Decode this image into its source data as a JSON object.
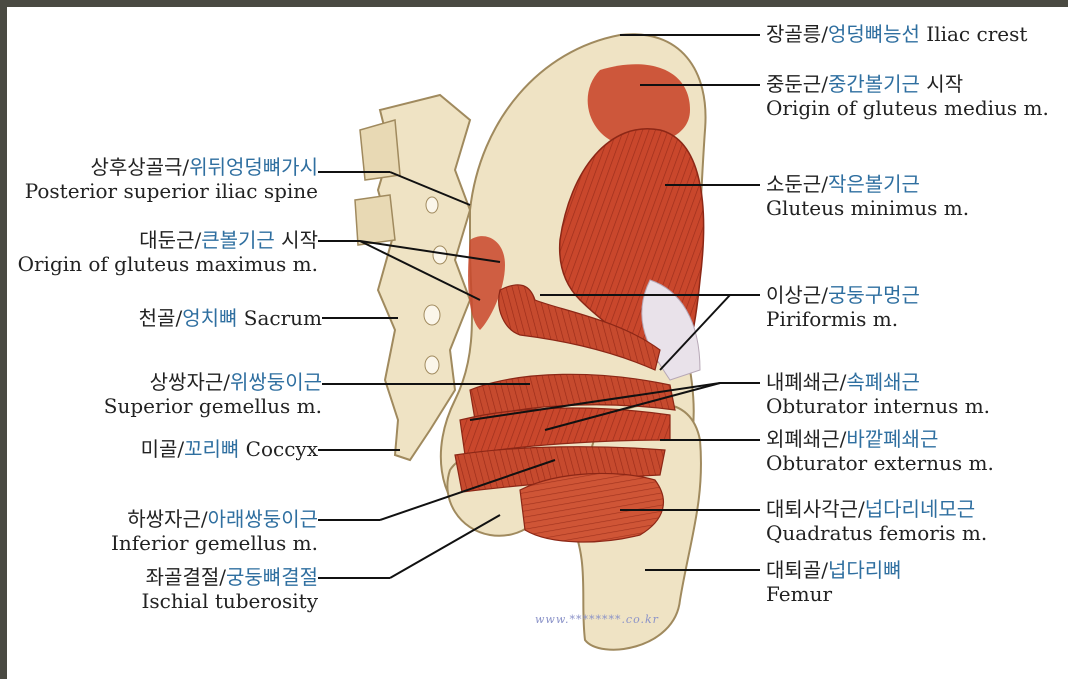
{
  "labels_left": [
    {
      "ko_black": "상후상골극/",
      "ko_blue": "위뒤엉덩뼈가시",
      "ko_tail": "",
      "en": "Posterior superior iliac spine"
    },
    {
      "ko_black": "대둔근/",
      "ko_blue": "큰볼기근",
      "ko_tail": " 시작",
      "en": "Origin of gluteus maximus m."
    },
    {
      "ko_black": "천골/",
      "ko_blue": "엉치뼈",
      "ko_tail": " Sacrum",
      "en": ""
    },
    {
      "ko_black": "상쌍자근/",
      "ko_blue": "위쌍둥이근",
      "ko_tail": "",
      "en": "Superior gemellus m."
    },
    {
      "ko_black": "미골/",
      "ko_blue": "꼬리뼈",
      "ko_tail": " Coccyx",
      "en": ""
    },
    {
      "ko_black": "하쌍자근/",
      "ko_blue": "아래쌍둥이근",
      "ko_tail": "",
      "en": "Inferior gemellus m."
    },
    {
      "ko_black": "좌골결절/",
      "ko_blue": "궁둥뼈결절",
      "ko_tail": "",
      "en": "Ischial tuberosity"
    }
  ],
  "labels_right": [
    {
      "ko_black": "장골릉/",
      "ko_blue": "엉덩뼈능선",
      "ko_tail": " Iliac crest",
      "en": ""
    },
    {
      "ko_black": "중둔근/",
      "ko_blue": "중간볼기근",
      "ko_tail": " 시작",
      "en": "Origin of gluteus medius m."
    },
    {
      "ko_black": "소둔근/",
      "ko_blue": "작은볼기근",
      "ko_tail": "",
      "en": "Gluteus minimus m."
    },
    {
      "ko_black": "이상근/",
      "ko_blue": "궁둥구멍근",
      "ko_tail": "",
      "en": "Piriformis m."
    },
    {
      "ko_black": "내폐쇄근/",
      "ko_blue": "속폐쇄근",
      "ko_tail": "",
      "en": "Obturator internus m."
    },
    {
      "ko_black": "외폐쇄근/",
      "ko_blue": "바깥폐쇄근",
      "ko_tail": "",
      "en": "Obturator externus m."
    },
    {
      "ko_black": "대퇴사각근/",
      "ko_blue": "넙다리네모근",
      "ko_tail": "",
      "en": "Quadratus femoris m."
    },
    {
      "ko_black": "대퇴골/",
      "ko_blue": "넙다리뼈",
      "ko_tail": "",
      "en": "Femur"
    }
  ],
  "watermark": "www.********.co.kr",
  "colors": {
    "bone": "#efe3c4",
    "bone_shadow": "#d8c79c",
    "muscle": "#c9472c",
    "muscle_dark": "#9e2f1c",
    "tendon": "#e9e2ea",
    "label_blue": "#2f6fa0",
    "frame": "#4a4a42"
  }
}
